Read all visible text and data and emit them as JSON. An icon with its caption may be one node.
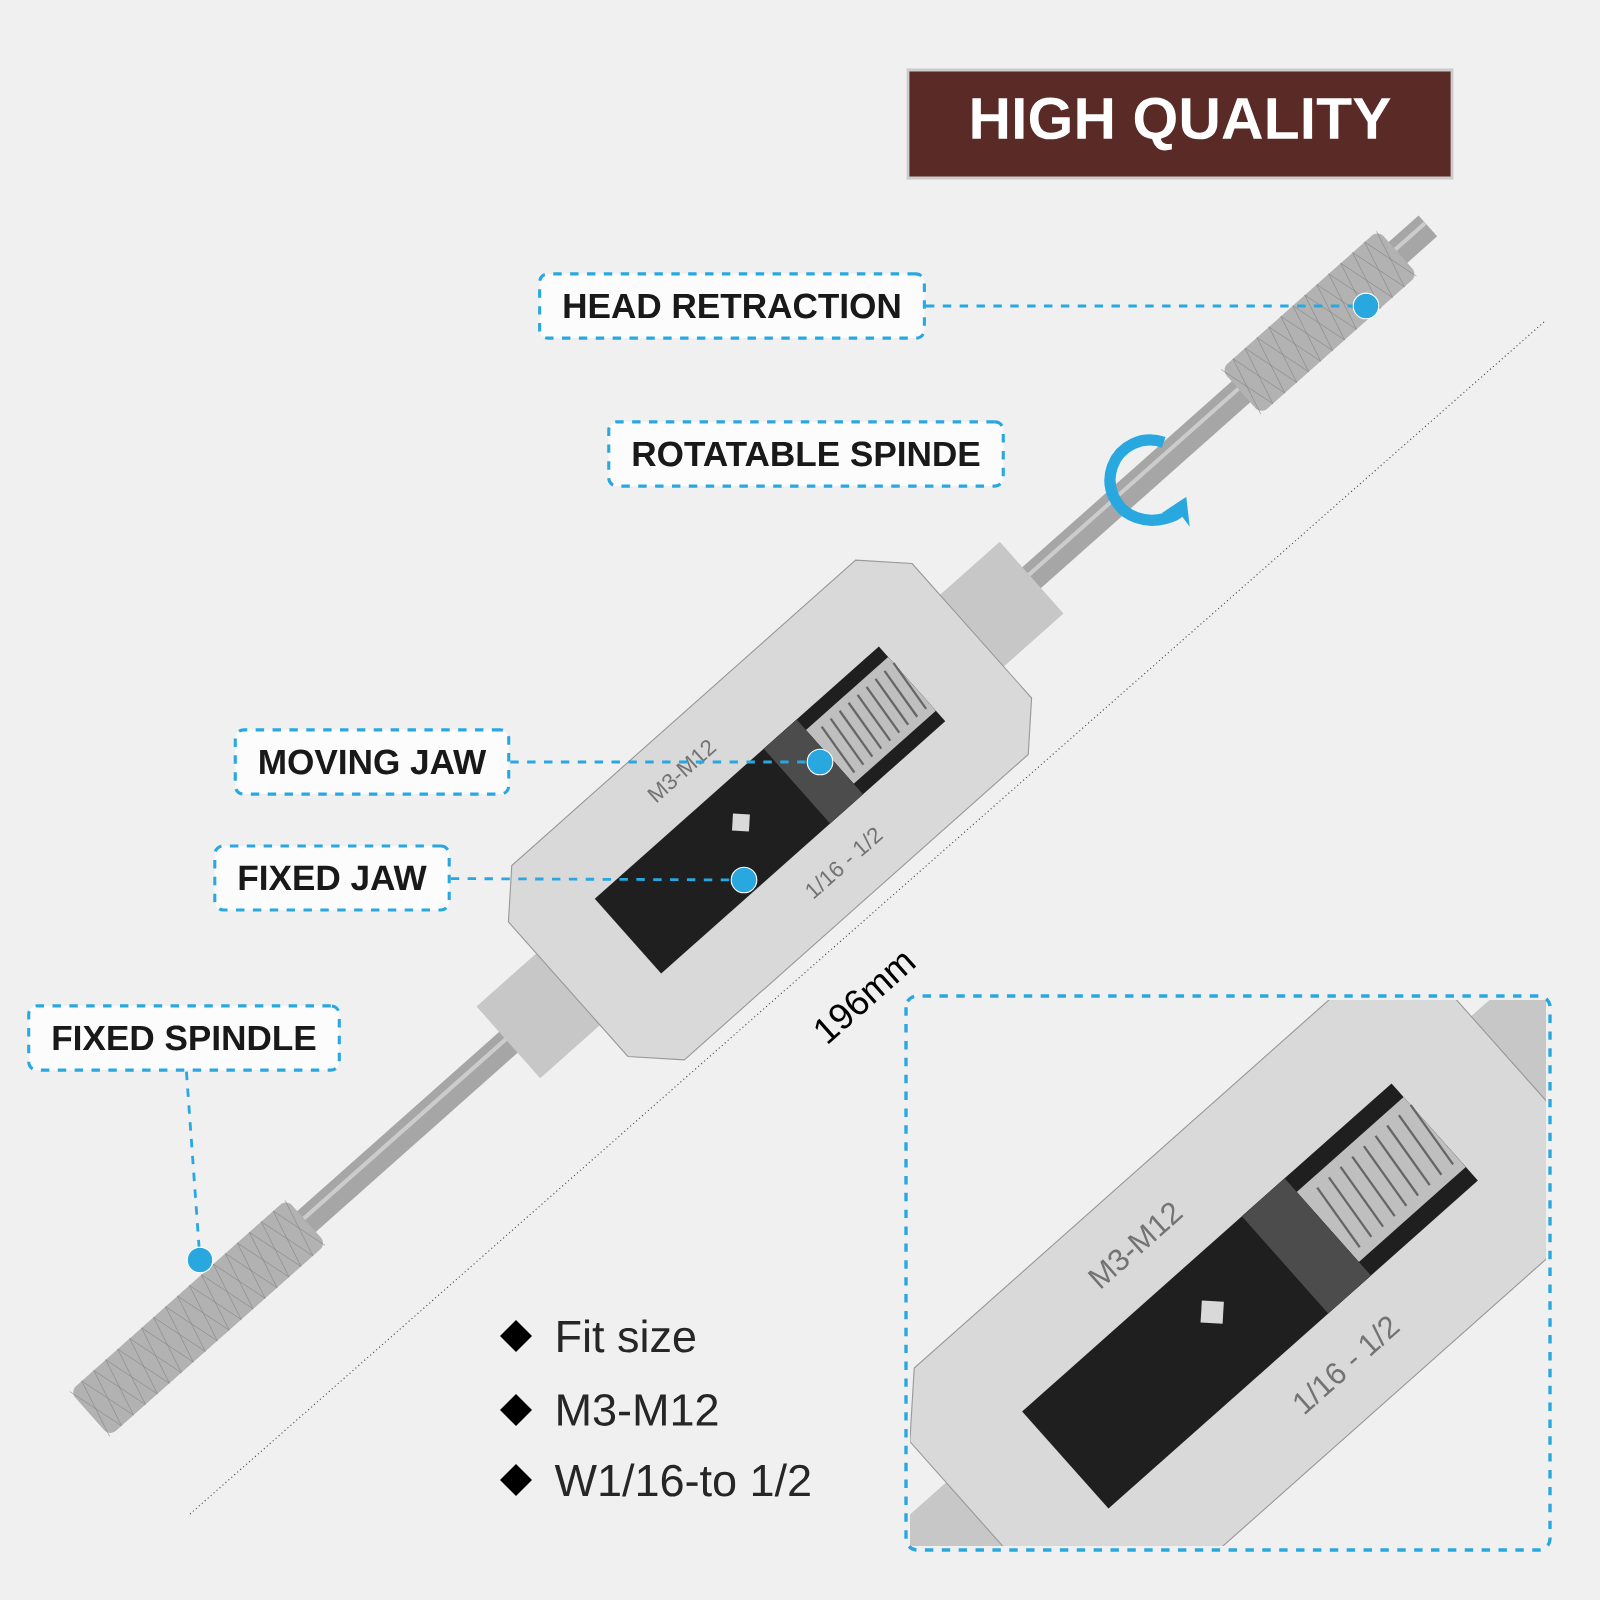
{
  "diagram": {
    "title": "HIGH QUALITY",
    "nodes": [
      {
        "text": [
          "HEAD RETRACTION"
        ]
      },
      {
        "text": [
          "ROTATABLE SPINDE"
        ]
      },
      {
        "text": [
          "MOVING JAW"
        ]
      },
      {
        "text": [
          "FIXED JAW"
        ]
      },
      {
        "text": [
          "FIXED SPINDLE"
        ]
      },
      {
        "text": [],
        "shape": "circle"
      },
      {
        "text": [],
        "shape": "circle"
      },
      {
        "text": [],
        "shape": "circle"
      },
      {
        "text": [],
        "shape": "circle"
      }
    ],
    "edges": [
      {
        "from": 0,
        "to": 5,
        "arrow": "none",
        "style": "dashed"
      },
      {
        "from": 2,
        "to": 6,
        "arrow": "none",
        "style": "dashed"
      },
      {
        "from": 3,
        "to": 7,
        "arrow": "none",
        "style": "dashed"
      },
      {
        "from": 4,
        "to": 8,
        "arrow": "none",
        "style": "dashed"
      }
    ],
    "labels": [
      "M3-M12",
      "1/16 - 1/2",
      "196mm",
      "M3-M12",
      "1/16 - 1/2",
      "Fit size",
      "M3-M12",
      "W1/16-to 1/2"
    ]
  }
}
